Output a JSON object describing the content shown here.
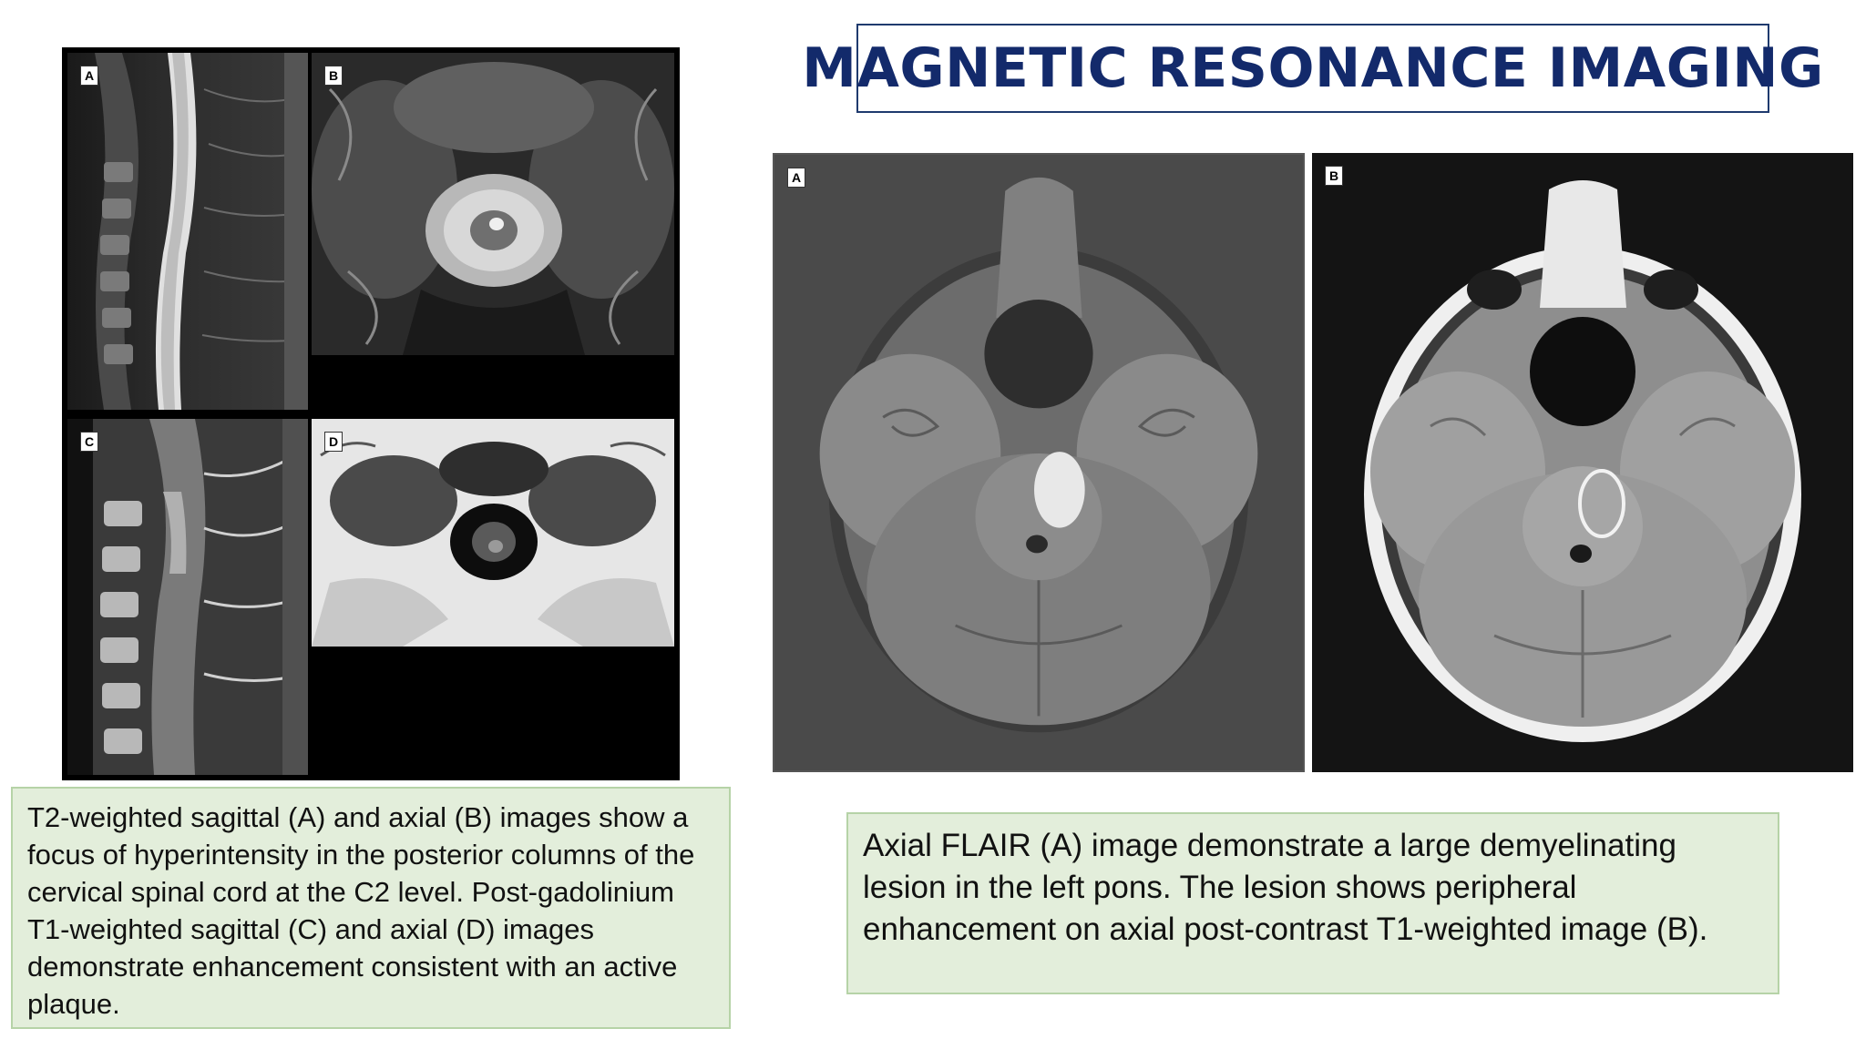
{
  "title": "MAGNETIC RESONANCE IMAGING",
  "left_figure": {
    "panels": [
      {
        "label": "A",
        "icon": "sagittal-t2-cervical-spine-mri"
      },
      {
        "label": "B",
        "icon": "axial-t2-cervical-spine-mri"
      },
      {
        "label": "C",
        "icon": "sagittal-t1-postgad-cervical-spine-mri"
      },
      {
        "label": "D",
        "icon": "axial-t1-postgad-cervical-spine-mri"
      }
    ],
    "caption": "T2-weighted sagittal (A) and axial (B) images show a focus of hyperintensity in the posterior columns of the cervical spinal cord at the C2 level. Post-gadolinium T1-weighted sagittal (C) and axial (D) images demonstrate enhancement consistent with an active plaque."
  },
  "right_figure": {
    "panels": [
      {
        "label": "A",
        "icon": "axial-flair-brain-mri"
      },
      {
        "label": "B",
        "icon": "axial-t1-postcontrast-brain-mri"
      }
    ],
    "caption": "Axial FLAIR (A) image demonstrate a large demyelinating lesion in the left pons. The lesion shows peripheral enhancement on axial post-contrast T1-weighted image (B)."
  },
  "colors": {
    "title_text": "#132a6b",
    "title_border": "#1f3a6e",
    "caption_bg": "#e3eedb",
    "caption_border": "#b6d3a7"
  }
}
